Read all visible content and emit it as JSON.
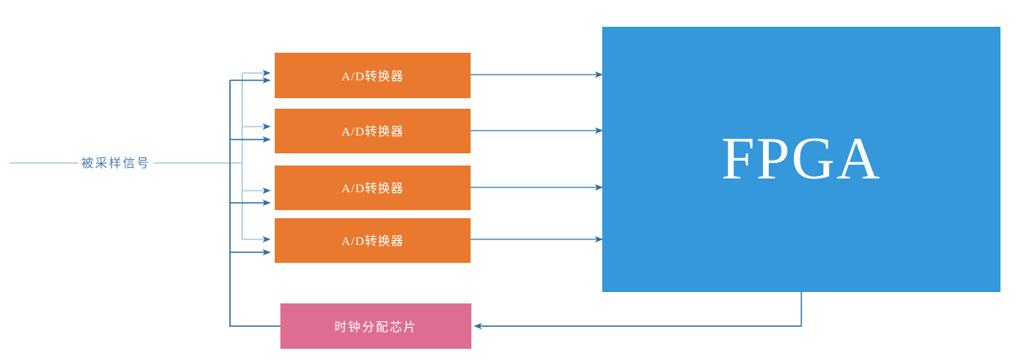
{
  "diagram": {
    "title": "FPGA multi-channel sampling block diagram",
    "colors": {
      "adc_fill": "#E8792E",
      "clock_fill": "#DD6E91",
      "fpga_fill": "#3498DB",
      "signal_line": "#A9CCE3",
      "clock_line": "#2E6DA4",
      "data_line": "#4a90b8",
      "label_text": "#4a7ba8",
      "node_text": "#FFFFFF"
    },
    "nodes": {
      "adc": [
        {
          "id": "adc-1",
          "label": "A/D转换器"
        },
        {
          "id": "adc-2",
          "label": "A/D转换器"
        },
        {
          "id": "adc-3",
          "label": "A/D转换器"
        },
        {
          "id": "adc-4",
          "label": "A/D转换器"
        }
      ],
      "clock_chip": {
        "id": "clock-distribution-chip",
        "label": "时钟分配芯片"
      },
      "fpga": {
        "id": "fpga",
        "label": "FPGA"
      }
    },
    "edges": {
      "input_signal_label": "被采样信号",
      "descriptions": [
        "被采样信号 fans out to the upper input of each A/D转换器",
        "时钟分配芯片 clock fans out to the lower input of each A/D转换器",
        "each A/D转换器 outputs to FPGA",
        "FPGA feeds back to 时钟分配芯片"
      ]
    }
  }
}
